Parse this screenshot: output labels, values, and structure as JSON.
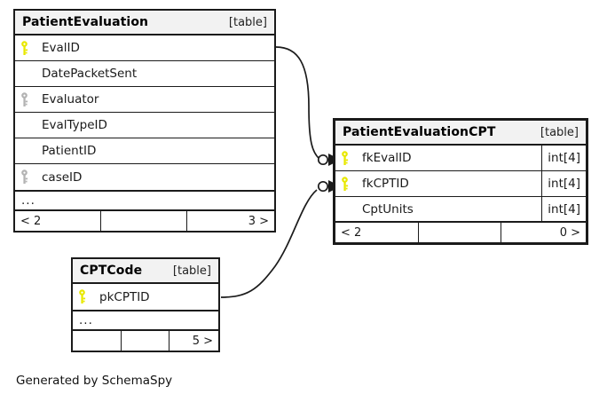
{
  "diagram": {
    "caption": "Generated by SchemaSpy",
    "type_tag": "[table]",
    "ellipsis": "...",
    "colors": {
      "primary_key": "#e8e800",
      "index_key": "#b3b3b3",
      "border": "#1b1b1b",
      "header_bg": "#f2f2f2",
      "page_bg": "#ffffff"
    }
  },
  "tables": {
    "patient_evaluation": {
      "name": "PatientEvaluation",
      "tag": "[table]",
      "ellipsis": "...",
      "columns": [
        {
          "name": "EvalID",
          "key": "primary"
        },
        {
          "name": "DatePacketSent",
          "key": "none"
        },
        {
          "name": "Evaluator",
          "key": "index"
        },
        {
          "name": "EvalTypeID",
          "key": "none"
        },
        {
          "name": "PatientID",
          "key": "none"
        },
        {
          "name": "caseID",
          "key": "index"
        }
      ],
      "footer": {
        "left": "< 2",
        "mid": "",
        "right": "3 >"
      }
    },
    "patient_evaluation_cpt": {
      "name": "PatientEvaluationCPT",
      "tag": "[table]",
      "columns": [
        {
          "name": "fkEvalID",
          "key": "primary",
          "type": "int[4]"
        },
        {
          "name": "fkCPTID",
          "key": "primary",
          "type": "int[4]"
        },
        {
          "name": "CptUnits",
          "key": "none",
          "type": "int[4]"
        }
      ],
      "footer": {
        "left": "< 2",
        "mid": "",
        "right": "0 >"
      }
    },
    "cpt_code": {
      "name": "CPTCode",
      "tag": "[table]",
      "ellipsis": "...",
      "columns": [
        {
          "name": "pkCPTID",
          "key": "primary"
        }
      ],
      "footer": {
        "left": "",
        "mid": "",
        "right": "5 >"
      }
    }
  },
  "relationships": [
    {
      "from": "PatientEvaluation.EvalID",
      "to": "PatientEvaluationCPT.fkEvalID",
      "cardinality": "zero-or-many"
    },
    {
      "from": "CPTCode.pkCPTID",
      "to": "PatientEvaluationCPT.fkCPTID",
      "cardinality": "zero-or-many"
    }
  ]
}
